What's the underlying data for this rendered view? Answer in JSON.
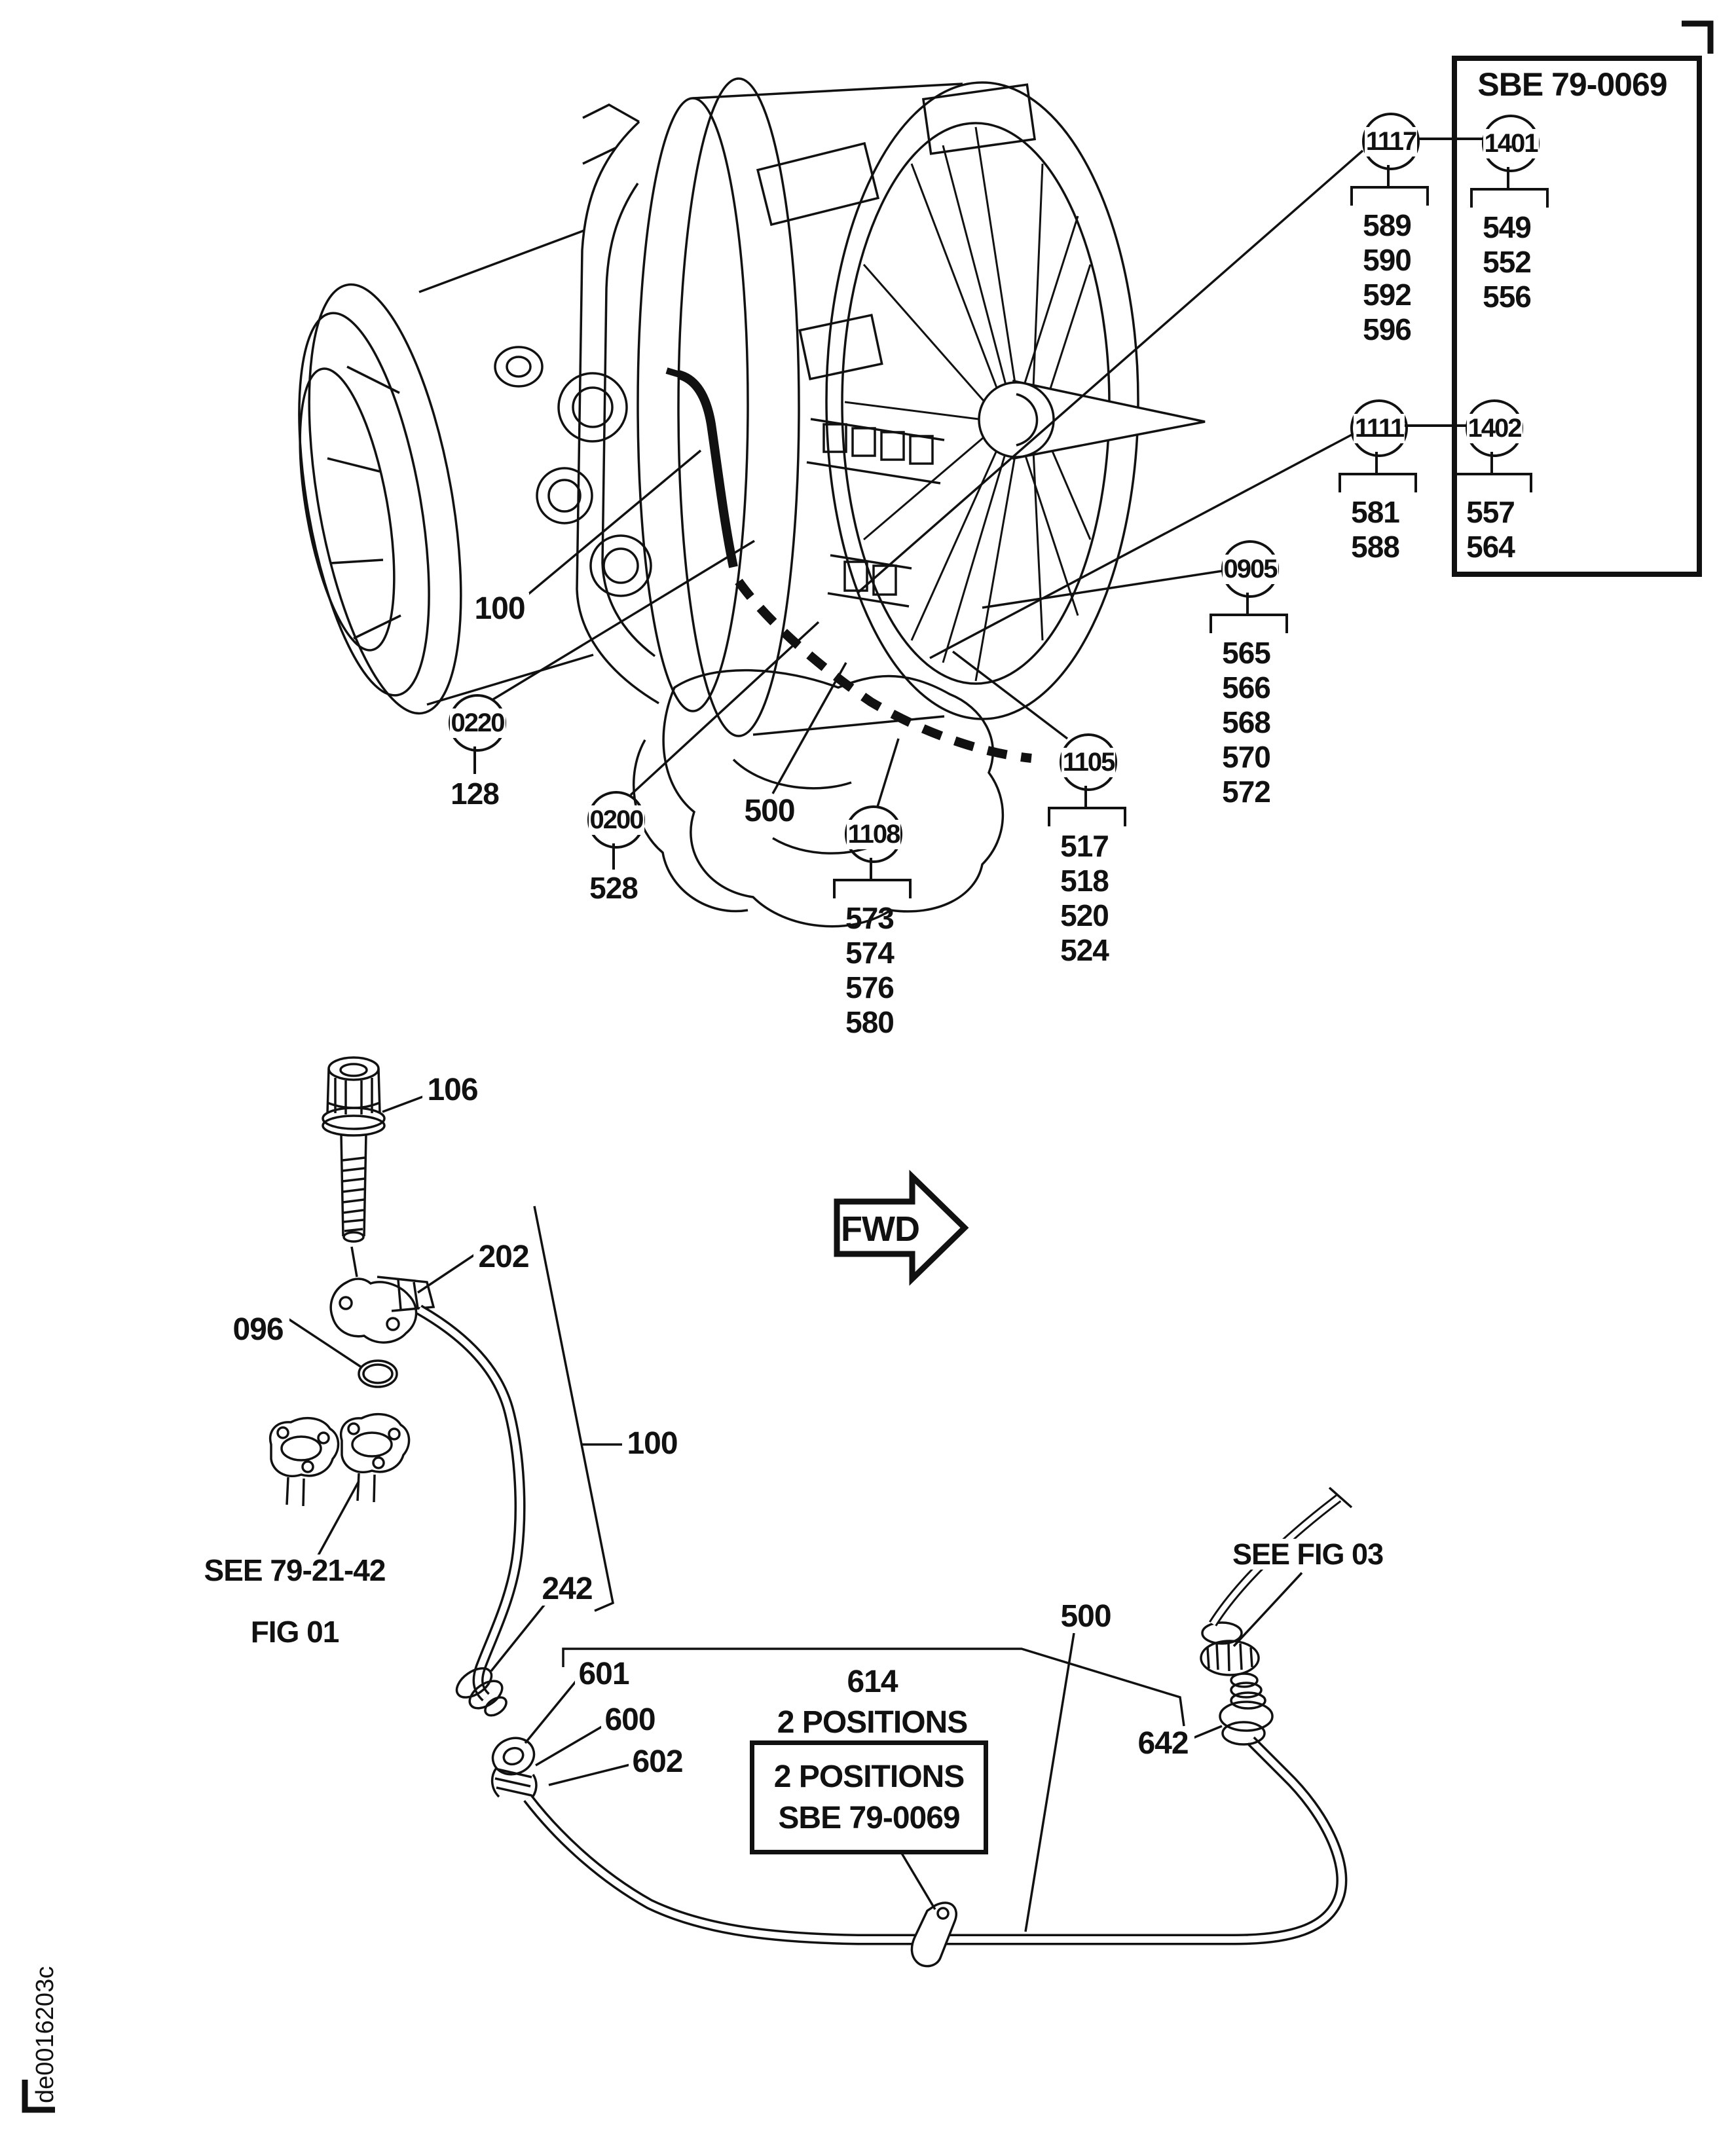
{
  "doc": {
    "corner_code": "de0016203c",
    "sbe_box_title": "SBE 79-0069",
    "fwd": "FWD"
  },
  "engine_callouts": {
    "c1117": {
      "id": "1117",
      "items": [
        "589",
        "590",
        "592",
        "596"
      ]
    },
    "c1401": {
      "id": "1401",
      "items": [
        "549",
        "552",
        "556"
      ]
    },
    "c1111": {
      "id": "1111",
      "items": [
        "581",
        "588"
      ]
    },
    "c1402": {
      "id": "1402",
      "items": [
        "557",
        "564"
      ]
    },
    "c0905": {
      "id": "0905",
      "items": [
        "565",
        "566",
        "568",
        "570",
        "572"
      ]
    },
    "c1105": {
      "id": "1105",
      "items": [
        "517",
        "518",
        "520",
        "524"
      ]
    },
    "c1108": {
      "id": "1108",
      "items": [
        "573",
        "574",
        "576",
        "580"
      ]
    },
    "c0220": {
      "id": "0220",
      "items": [
        "128"
      ]
    },
    "c0200": {
      "id": "0200",
      "items": [
        "528"
      ]
    }
  },
  "labels": {
    "upper_100": "100",
    "upper_500": "500",
    "bolt_106": "106",
    "fitting_202": "202",
    "oring_096": "096",
    "see_ref_line1": "SEE 79-21-42",
    "see_ref_line2": "FIG 01",
    "lower_100": "100",
    "nut_242": "242",
    "n601": "601",
    "n600": "600",
    "n602": "602",
    "n614": "614",
    "two_positions": "2 POSITIONS",
    "box_line1": "2 POSITIONS",
    "box_line2": "SBE 79-0069",
    "lower_500": "500",
    "n642": "642",
    "see_fig03": "SEE FIG 03"
  }
}
